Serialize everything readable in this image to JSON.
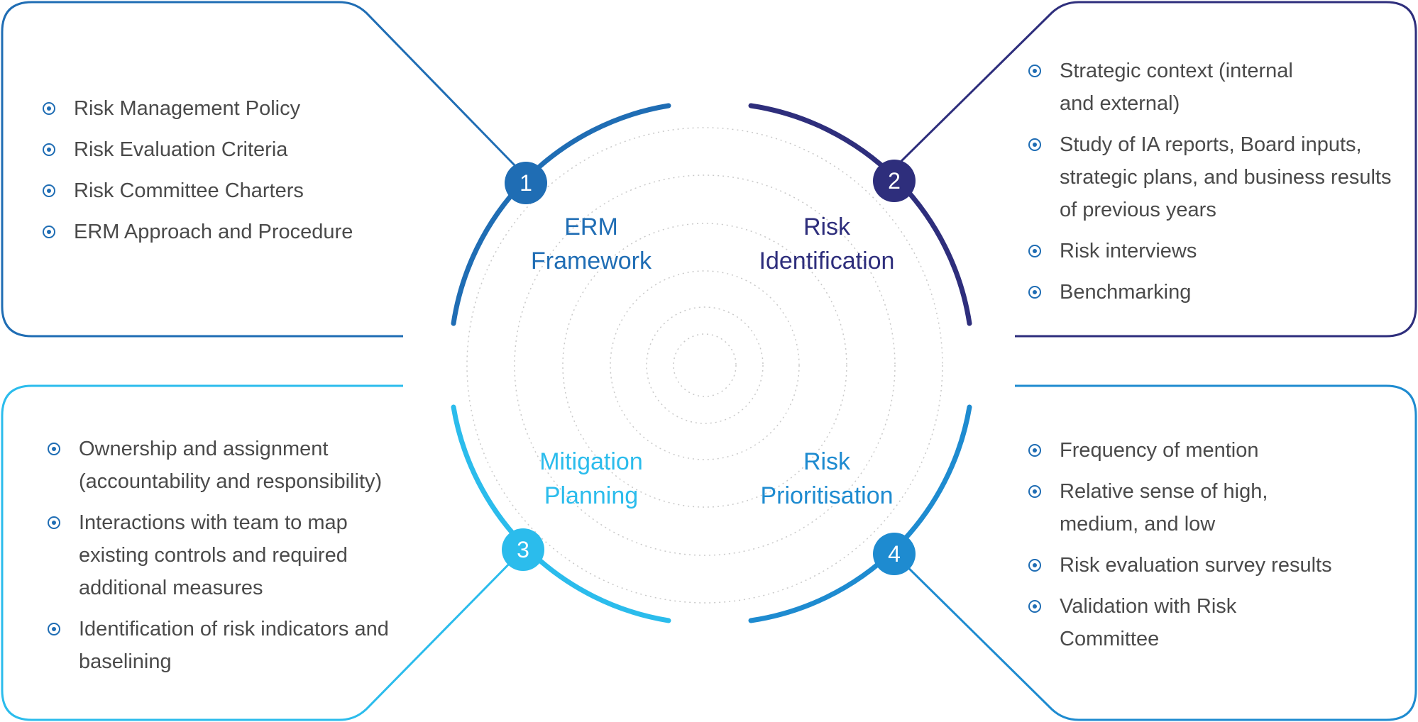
{
  "colors": {
    "q1": "#1f6db4",
    "q2": "#2e2e7c",
    "q3": "#2bbcec",
    "q4": "#1e8bd0",
    "bullet": "#1f6db4",
    "text": "#4a4a4a"
  },
  "quadrants": [
    {
      "number": "1",
      "title_line1": "ERM",
      "title_line2": "Framework",
      "items": [
        "Risk Management Policy",
        "Risk Evaluation Criteria",
        "Risk Committee Charters",
        "ERM Approach and Procedure"
      ]
    },
    {
      "number": "2",
      "title_line1": "Risk",
      "title_line2": "Identification",
      "items": [
        "Strategic context (internal and external)",
        "Study of IA reports, Board inputs, strategic plans, and business results of previous years",
        "Risk interviews",
        "Benchmarking"
      ]
    },
    {
      "number": "3",
      "title_line1": "Mitigation",
      "title_line2": "Planning",
      "items": [
        "Ownership and assignment (accountability and responsibility)",
        "Interactions with team to map existing controls and required additional measures",
        "Identification of risk indicators and baselining"
      ]
    },
    {
      "number": "4",
      "title_line1": "Risk",
      "title_line2": "Prioritisation",
      "items": [
        "Frequency of mention",
        "Relative sense of high, medium, and low",
        "Risk evaluation survey results",
        "Validation with Risk Committee"
      ]
    }
  ]
}
